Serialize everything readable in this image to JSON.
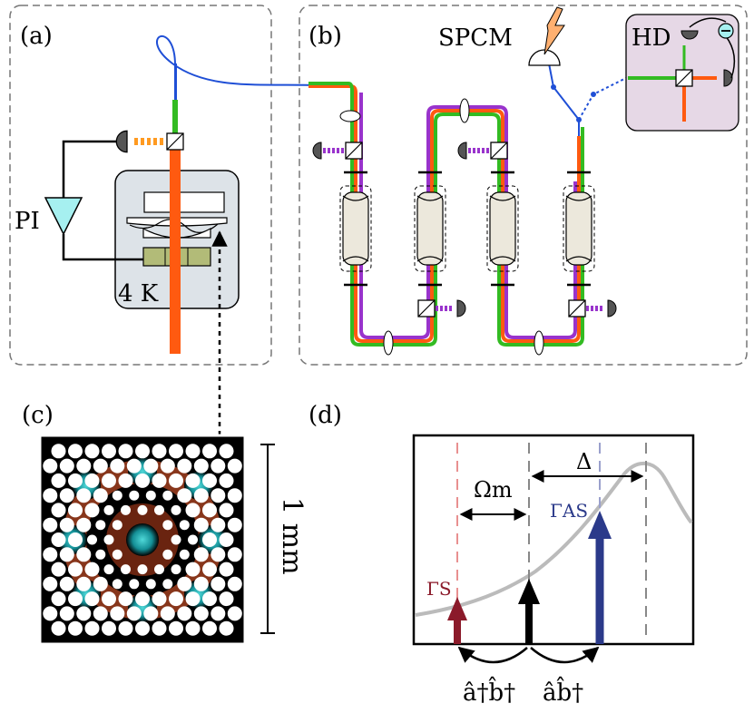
{
  "panels": {
    "a": {
      "label": "(a)",
      "pi": "PI",
      "temp": "4 K"
    },
    "b": {
      "label": "(b)",
      "spcm": "SPCM",
      "hd": "HD"
    },
    "c": {
      "label": "(c)",
      "scale": "1 mm"
    },
    "d": {
      "label": "(d)",
      "omega": "Ωm",
      "delta": "Δ",
      "gamma_s": "ΓS",
      "gamma_as": "ΓAS",
      "op1": "â†b̂†",
      "op2": "âb̂†"
    }
  },
  "colors": {
    "orange": "#ff5a10",
    "green": "#33bb22",
    "purple": "#9933cc",
    "blue": "#1f4fd6",
    "dark_red": "#8b1a2a",
    "navy": "#2b3a8a",
    "cryostat": "#dde3e8",
    "hd_box": "#e6d8e6",
    "pi": "#a6f0f0",
    "crystal": "#b2bb78",
    "cyan": "#1aa6a6",
    "brown": "#a04020"
  },
  "icons": [
    "detector-icon",
    "lightning-icon",
    "beamsplitter-icon",
    "lens-icon",
    "minus-circle-icon"
  ]
}
